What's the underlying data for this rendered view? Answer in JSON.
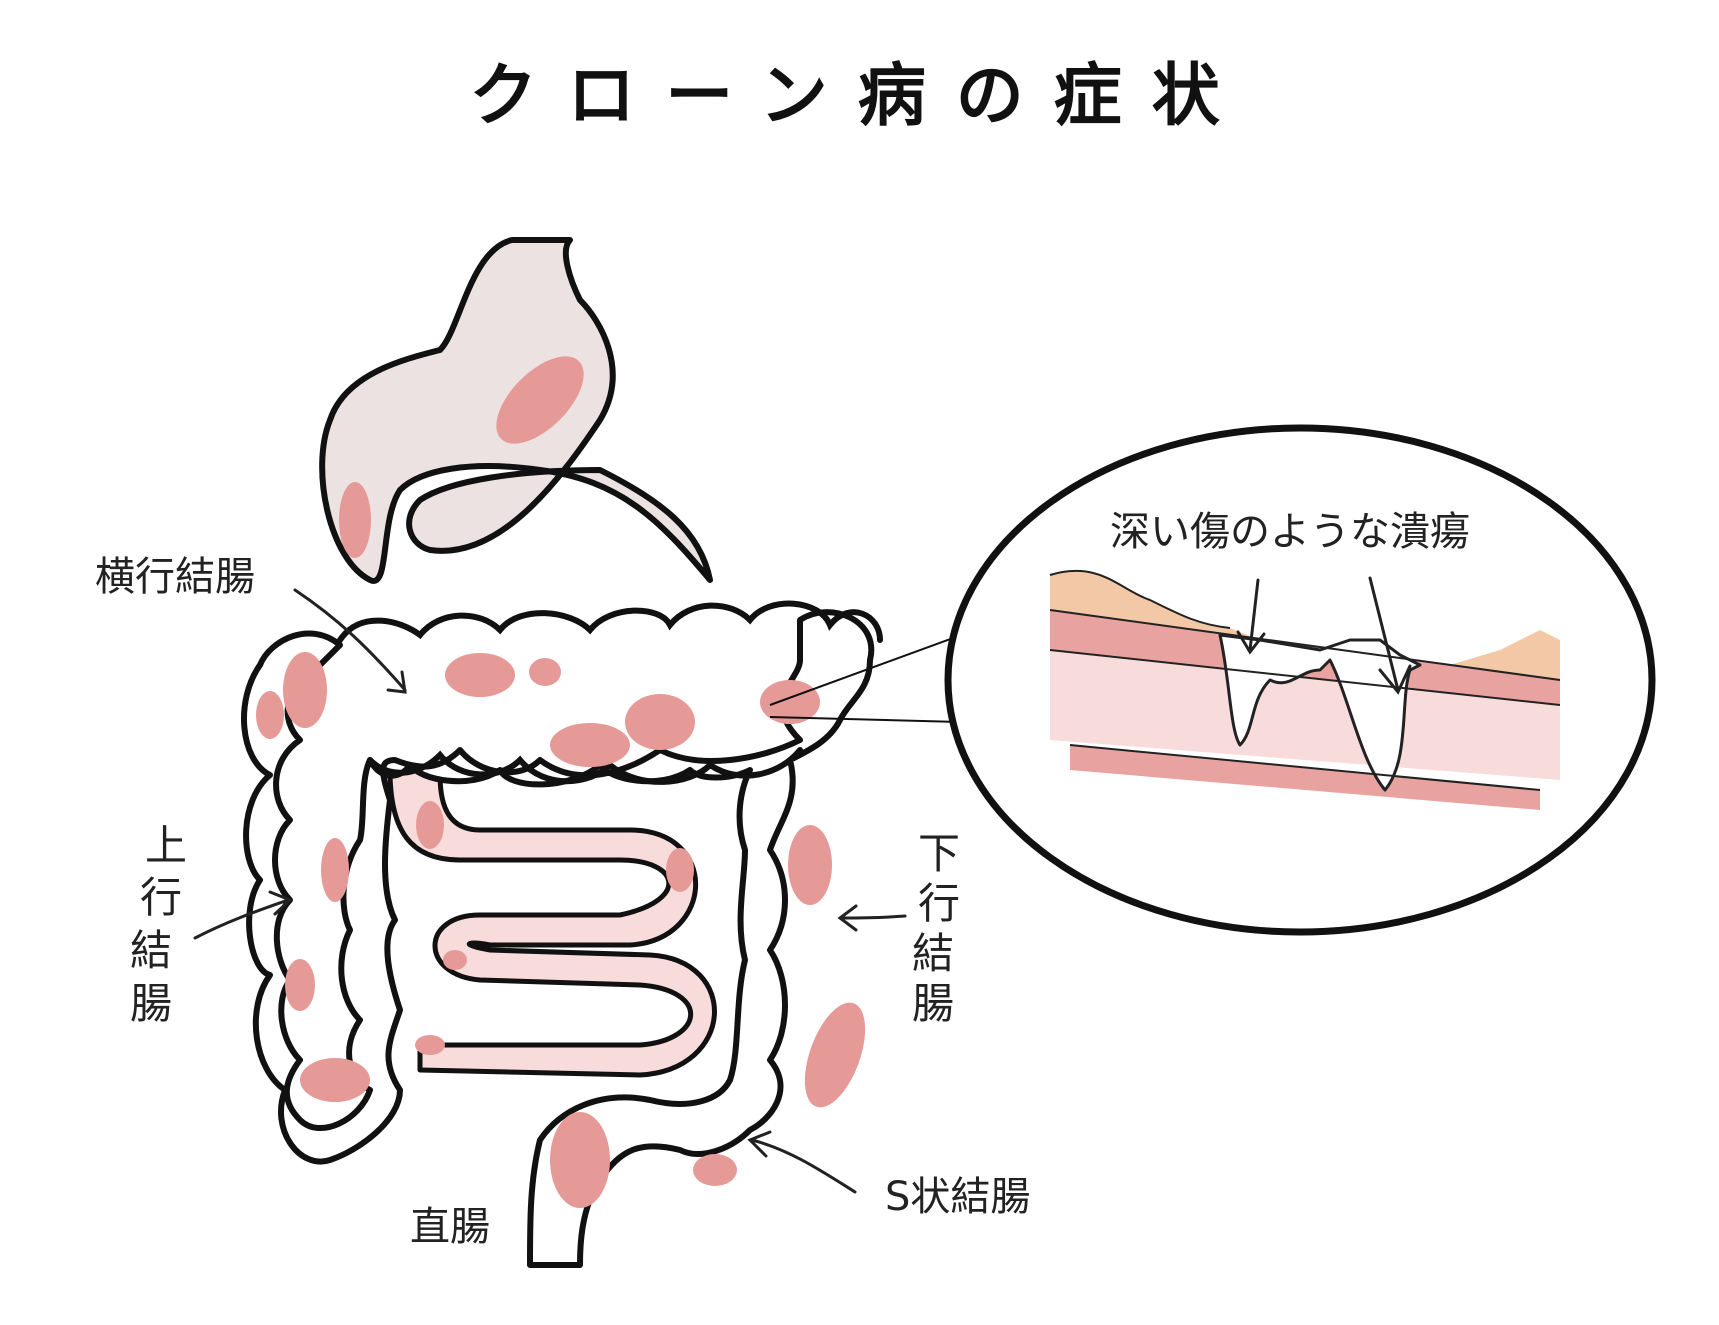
{
  "title": "クローン病の症状",
  "labels": {
    "transverse_colon": "横行結腸",
    "ascending_colon": [
      "上",
      "行",
      "結",
      "腸"
    ],
    "descending_colon": [
      "下",
      "行",
      "結",
      "腸"
    ],
    "rectum": "直腸",
    "sigmoid_colon": "S状結腸",
    "ulcer_caption": "深い傷のような潰瘍"
  },
  "colors": {
    "outline": "#111111",
    "lesion": "#e59a97",
    "stomach_fill": "#ece2e2",
    "small_intestine_fill": "#f8dbdb",
    "tissue_top": "#f3c8a6",
    "tissue_mid": "#e8a3a1",
    "tissue_low": "#f8dcdc"
  }
}
